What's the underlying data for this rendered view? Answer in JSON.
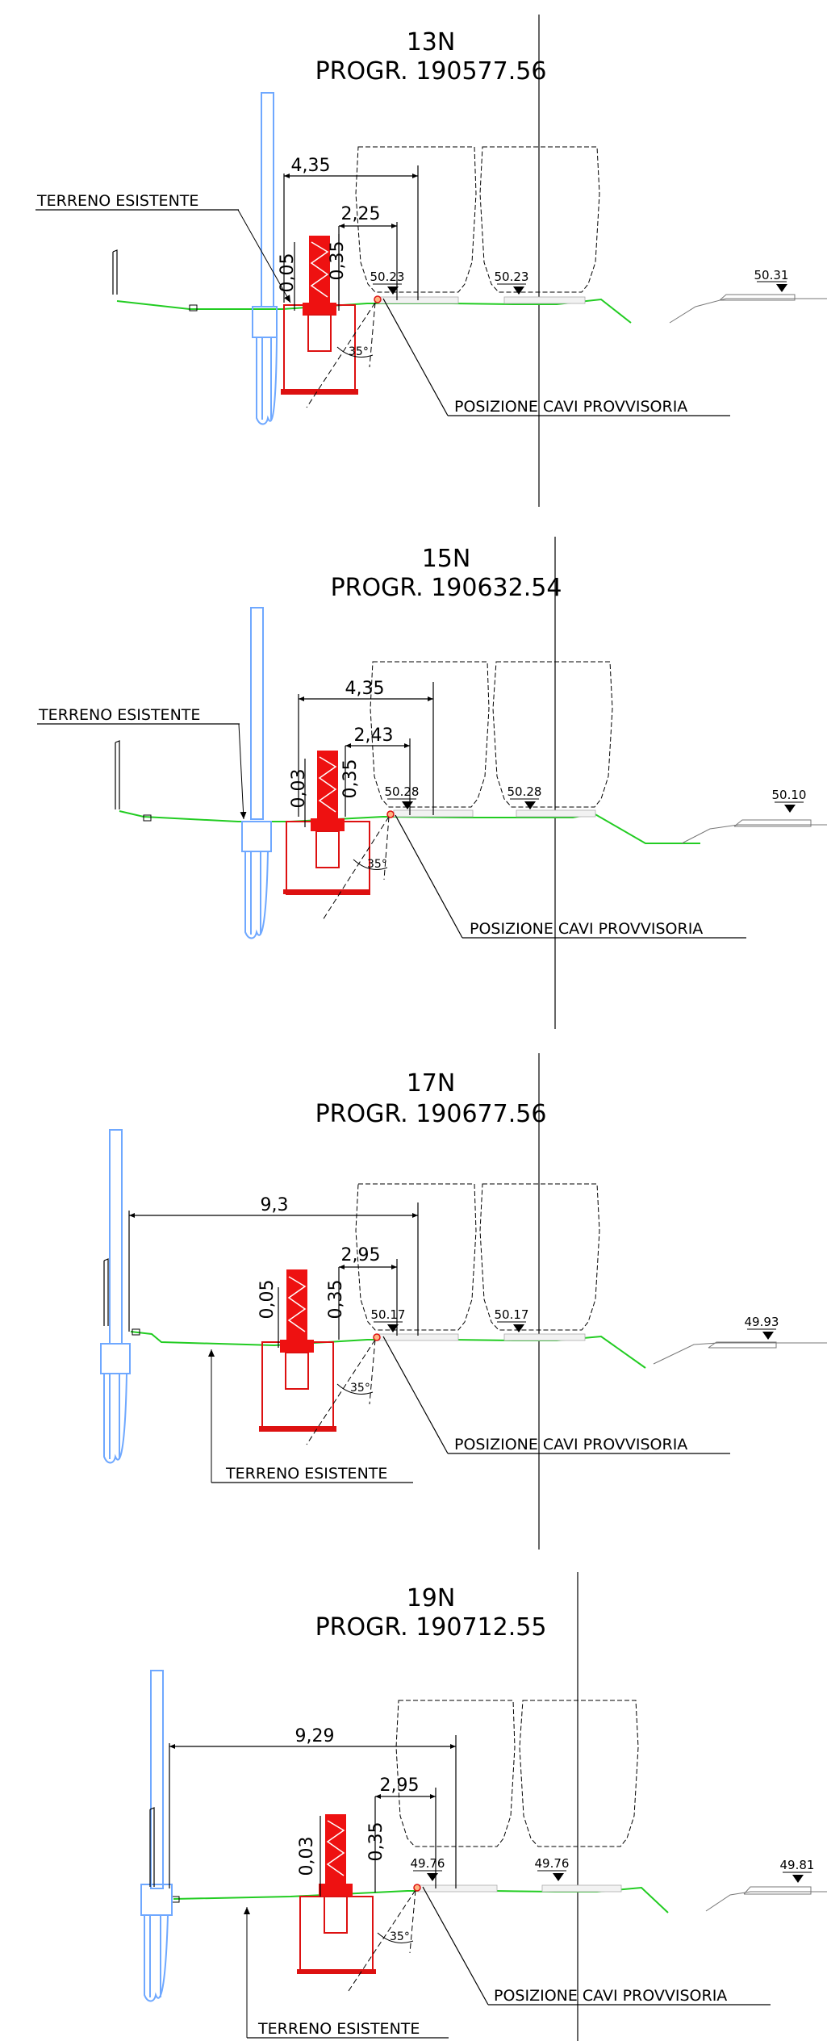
{
  "sections": [
    {
      "id": "13N",
      "progressive": "PROGR. 190577.56",
      "ground_label": "TERRENO ESISTENTE",
      "cable_label": "POSIZIONE CAVI PROVVISORIA",
      "dim_total": "4,35",
      "dim_partial": "2,25",
      "dim_left_vertical": "0,05",
      "dim_right_vertical": "0,35",
      "elevations": [
        "50.23",
        "50.23",
        "50.31"
      ],
      "angle": "35°"
    },
    {
      "id": "15N",
      "progressive": "PROGR. 190632.54",
      "ground_label": "TERRENO ESISTENTE",
      "cable_label": "POSIZIONE CAVI PROVVISORIA",
      "dim_total": "4,35",
      "dim_partial": "2,43",
      "dim_left_vertical": "0,03",
      "dim_right_vertical": "0,35",
      "elevations": [
        "50.28",
        "50.28",
        "50.10"
      ],
      "angle": "35°"
    },
    {
      "id": "17N",
      "progressive": "PROGR. 190677.56",
      "ground_label": "TERRENO ESISTENTE",
      "cable_label": "POSIZIONE CAVI PROVVISORIA",
      "dim_total": "9,3",
      "dim_partial": "2,95",
      "dim_left_vertical": "0,05",
      "dim_right_vertical": "0,35",
      "elevations": [
        "50.17",
        "50.17",
        "49.93"
      ],
      "angle": "35°"
    },
    {
      "id": "19N",
      "progressive": "PROGR. 190712.55",
      "ground_label": "TERRENO ESISTENTE",
      "cable_label": "POSIZIONE CAVI PROVVISORIA",
      "dim_total": "9,29",
      "dim_partial": "2,95",
      "dim_left_vertical": "0,03",
      "dim_right_vertical": "0,35",
      "elevations": [
        "49.76",
        "49.76",
        "49.81"
      ],
      "angle": "35°"
    }
  ],
  "colors": {
    "ground": "#22cc22",
    "pile": "#6fa8ff",
    "mast": "#ee1111",
    "foundation": "#dd1111",
    "linework": "#000000"
  }
}
